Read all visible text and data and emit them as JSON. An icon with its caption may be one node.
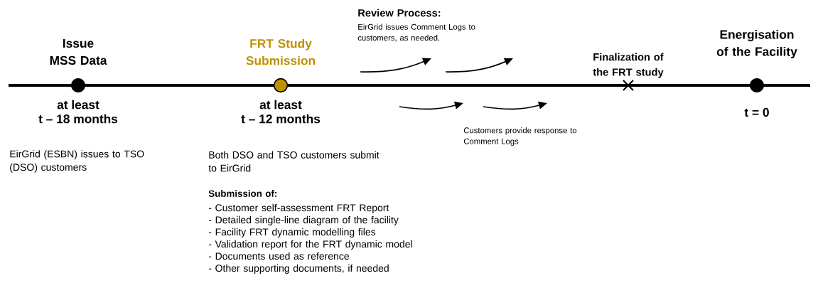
{
  "diagram": {
    "nodes": [
      {
        "text": [
          "Issue MSS Data"
        ],
        "beside": [
          "at least",
          "t – 18 months",
          "EirGrid (ESBN) issues to TSO (DSO) customers"
        ]
      },
      {
        "text": [
          "FRT Study Submission"
        ],
        "beside": [
          "at least",
          "t – 12 months",
          "Both DSO and TSO customers submit to EirGrid"
        ]
      },
      {
        "text": [
          "Finalization of the FRT study"
        ]
      },
      {
        "text": [
          "Energisation of the Facility"
        ],
        "beside": [
          "t = 0"
        ]
      }
    ],
    "labels": [
      "Review Process:",
      "EirGrid issues Comment Logs to customers, as needed.",
      "Customers provide response to Comment Logs",
      "Submission of:",
      "- Customer self-assessment FRT Report",
      "- Detailed single-line diagram of the facility",
      "- Facility FRT dynamic modelling files",
      "- Validation report for the FRT dynamic model",
      "- Documents used as reference",
      "- Other supporting documents, if needed"
    ]
  }
}
